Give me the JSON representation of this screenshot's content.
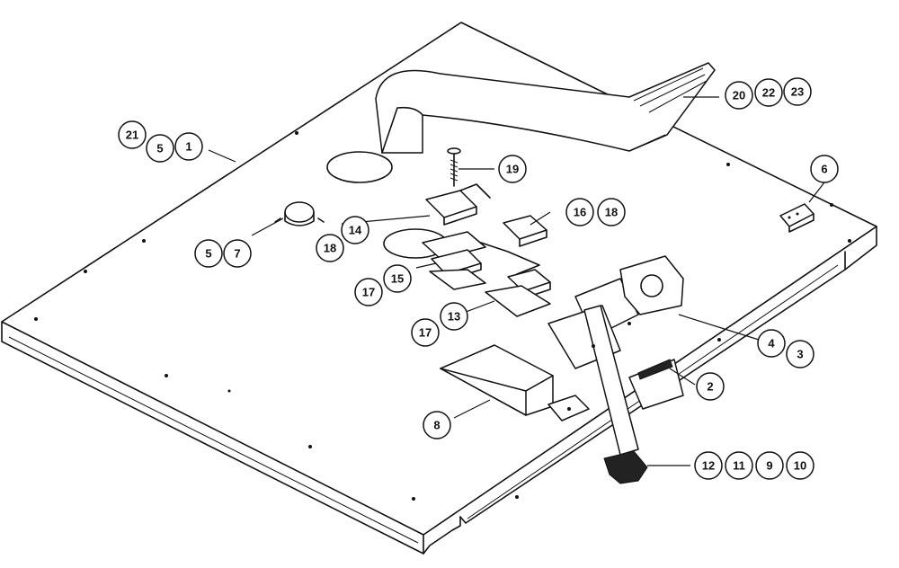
{
  "callouts": [
    {
      "id": "c21",
      "label": "21"
    },
    {
      "id": "c5a",
      "label": "5"
    },
    {
      "id": "c1",
      "label": "1"
    },
    {
      "id": "c20",
      "label": "20"
    },
    {
      "id": "c22",
      "label": "22"
    },
    {
      "id": "c23",
      "label": "23"
    },
    {
      "id": "c19",
      "label": "19"
    },
    {
      "id": "c6",
      "label": "6"
    },
    {
      "id": "c14",
      "label": "14"
    },
    {
      "id": "c18a",
      "label": "18"
    },
    {
      "id": "c16",
      "label": "16"
    },
    {
      "id": "c18b",
      "label": "18"
    },
    {
      "id": "c5b",
      "label": "5"
    },
    {
      "id": "c7",
      "label": "7"
    },
    {
      "id": "c17a",
      "label": "17"
    },
    {
      "id": "c15",
      "label": "15"
    },
    {
      "id": "c17b",
      "label": "17"
    },
    {
      "id": "c13",
      "label": "13"
    },
    {
      "id": "c4",
      "label": "4"
    },
    {
      "id": "c3",
      "label": "3"
    },
    {
      "id": "c2",
      "label": "2"
    },
    {
      "id": "c8",
      "label": "8"
    },
    {
      "id": "c12",
      "label": "12"
    },
    {
      "id": "c11",
      "label": "11"
    },
    {
      "id": "c9",
      "label": "9"
    },
    {
      "id": "c10",
      "label": "10"
    }
  ]
}
